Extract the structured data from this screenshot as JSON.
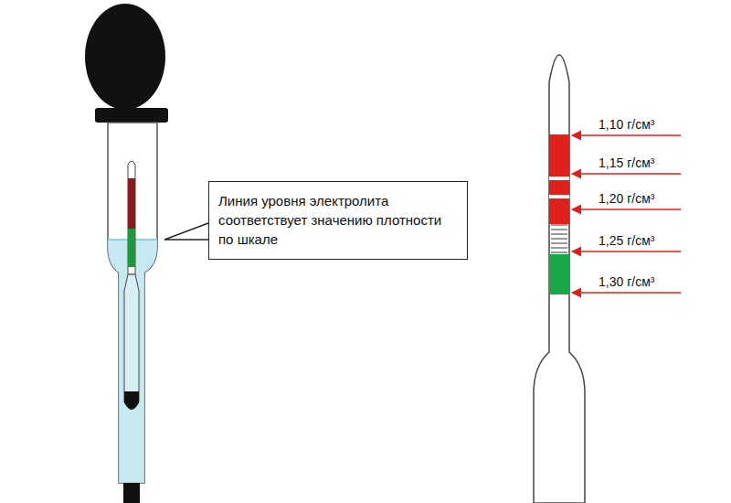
{
  "diagram": {
    "nodes": [
      {
        "text": [
          "Линия уровня электролита соответствует значению плотности по шкале"
        ]
      }
    ],
    "labels": [
      "1,10 г/см³",
      "1,15 г/см³",
      "1,20 г/см³",
      "1,25 г/см³",
      "1,30 г/см³"
    ]
  }
}
